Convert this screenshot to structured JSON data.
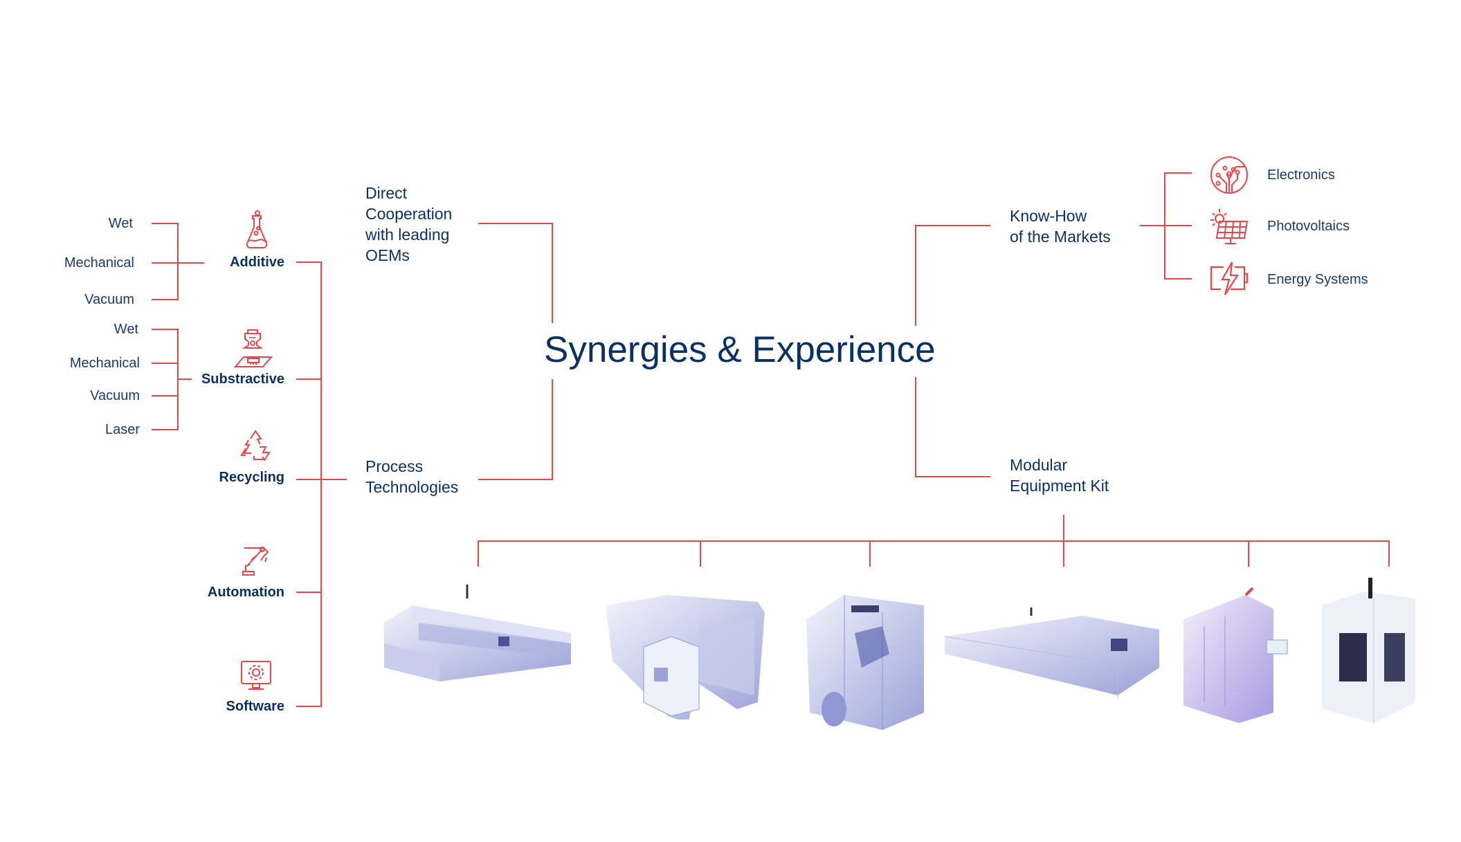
{
  "title": "Synergies & Experience",
  "process_branch": {
    "categories": [
      {
        "label": "Additive",
        "icon": "flask-icon",
        "methods": [
          "Wet",
          "Mechanical",
          "Vacuum"
        ]
      },
      {
        "label": "Substractive",
        "icon": "etching-machine-icon",
        "methods": [
          "Wet",
          "Mechanical",
          "Vacuum",
          "Laser"
        ]
      },
      {
        "label": "Recycling",
        "icon": "recycle-icon",
        "methods": []
      },
      {
        "label": "Automation",
        "icon": "robot-arm-icon",
        "methods": []
      },
      {
        "label": "Software",
        "icon": "monitor-gear-icon",
        "methods": []
      }
    ]
  },
  "left_nodes": {
    "cooperation": [
      "Direct",
      "Cooperation",
      "with leading",
      "OEMs"
    ],
    "process": [
      "Process",
      "Technologies"
    ]
  },
  "right_nodes": {
    "knowhow": [
      "Know-How",
      "of the Markets"
    ],
    "modular": [
      "Modular",
      "Equipment Kit"
    ]
  },
  "markets": [
    {
      "label": "Electronics",
      "icon": "circuit-icon"
    },
    {
      "label": "Photovoltaics",
      "icon": "solar-panel-icon"
    },
    {
      "label": "Energy Systems",
      "icon": "battery-bolt-icon"
    }
  ],
  "colors": {
    "line": "#e2474b",
    "text": "#0b2f5e",
    "machine": "#8f98d4"
  }
}
